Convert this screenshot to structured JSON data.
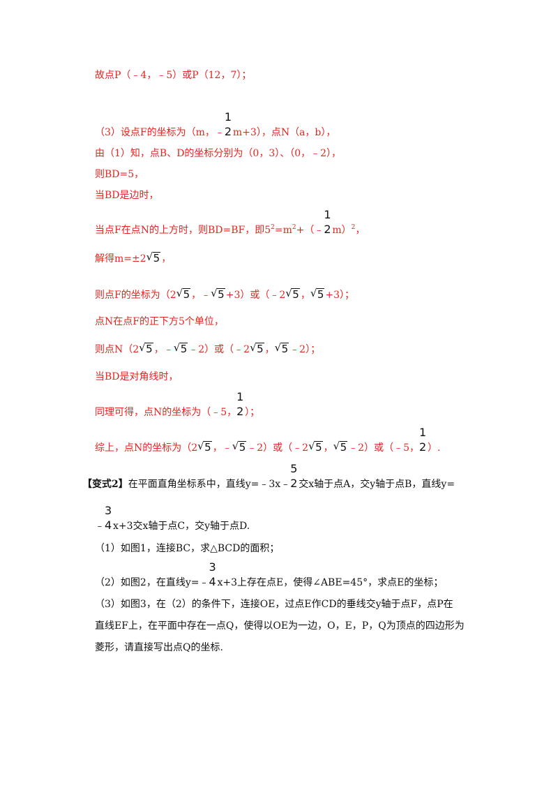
{
  "lines": {
    "l01": "故点P（﹣4，﹣5）或P（12，7）；",
    "l02a": "（3）设点F的坐标为（m，﹣",
    "l02b": "m+3），点N（a，b），",
    "l03": "由（1）知，点B、D的坐标分别为（0，3）、（0，﹣2），",
    "l04": "则BD=5，",
    "l05": "当BD是边时，",
    "l06a": "当点F在点N的上方时，则BD=BF，即5",
    "l06sup1": "2",
    "l06b": "=m",
    "l06sup2": "2",
    "l06c": "+（﹣",
    "l06d": "m）",
    "l06sup3": "2",
    "l06e": "，",
    "l07a": "解得m=±2",
    "l07b": "，",
    "l08a": "则点F的坐标为（2",
    "l08b": "，﹣",
    "l08c": "+3）或（﹣2",
    "l08d": "，",
    "l08e": "+3）；",
    "l09": "点N在点F的正下方5个单位，",
    "l10a": "则点N（2",
    "l10b": "，﹣",
    "l10c": "﹣2）或（﹣2",
    "l10d": "，",
    "l10e": "﹣2）；",
    "l11": "当BD是对角线时，",
    "l12a": "同理可得，点N的坐标为（﹣5，",
    "l12b": "）；",
    "l13a": "综上，点N的坐标为（2",
    "l13b": "，﹣",
    "l13c": "﹣2）或（﹣2",
    "l13d": "，",
    "l13e": "﹣2）或（﹣5，",
    "l13f": "）.",
    "v2label": "【变式2】",
    "v2a": "在平面直角坐标系中，直线y=﹣3x﹣",
    "v2b": "交x轴于点A，交y轴于点B，直线y=",
    "v3a": "﹣",
    "v3b": "x+3交x轴于点C，交y轴于点D.",
    "q1": "（1）如图1，连接BC，求△BCD的面积；",
    "q2a": "（2）如图2，在直线y=﹣",
    "q2b": "x+3上存在点E，使得∠ABE=45°，求点E的坐标；",
    "q3a": "（3）如图3，在（2）的条件下，连接OE，过点E作CD的垂线交y轴于点F，点P在",
    "q3b": "直线EF上，在平面中存在一点Q，使得以OE为一边，O，E，P，Q为顶点的四边形为",
    "q3c": "菱形，请直接写出点Q的坐标."
  },
  "math": {
    "one": "1",
    "two": "2",
    "three": "3",
    "four": "4",
    "five": "5",
    "radical": "√",
    "radicand": "5"
  }
}
